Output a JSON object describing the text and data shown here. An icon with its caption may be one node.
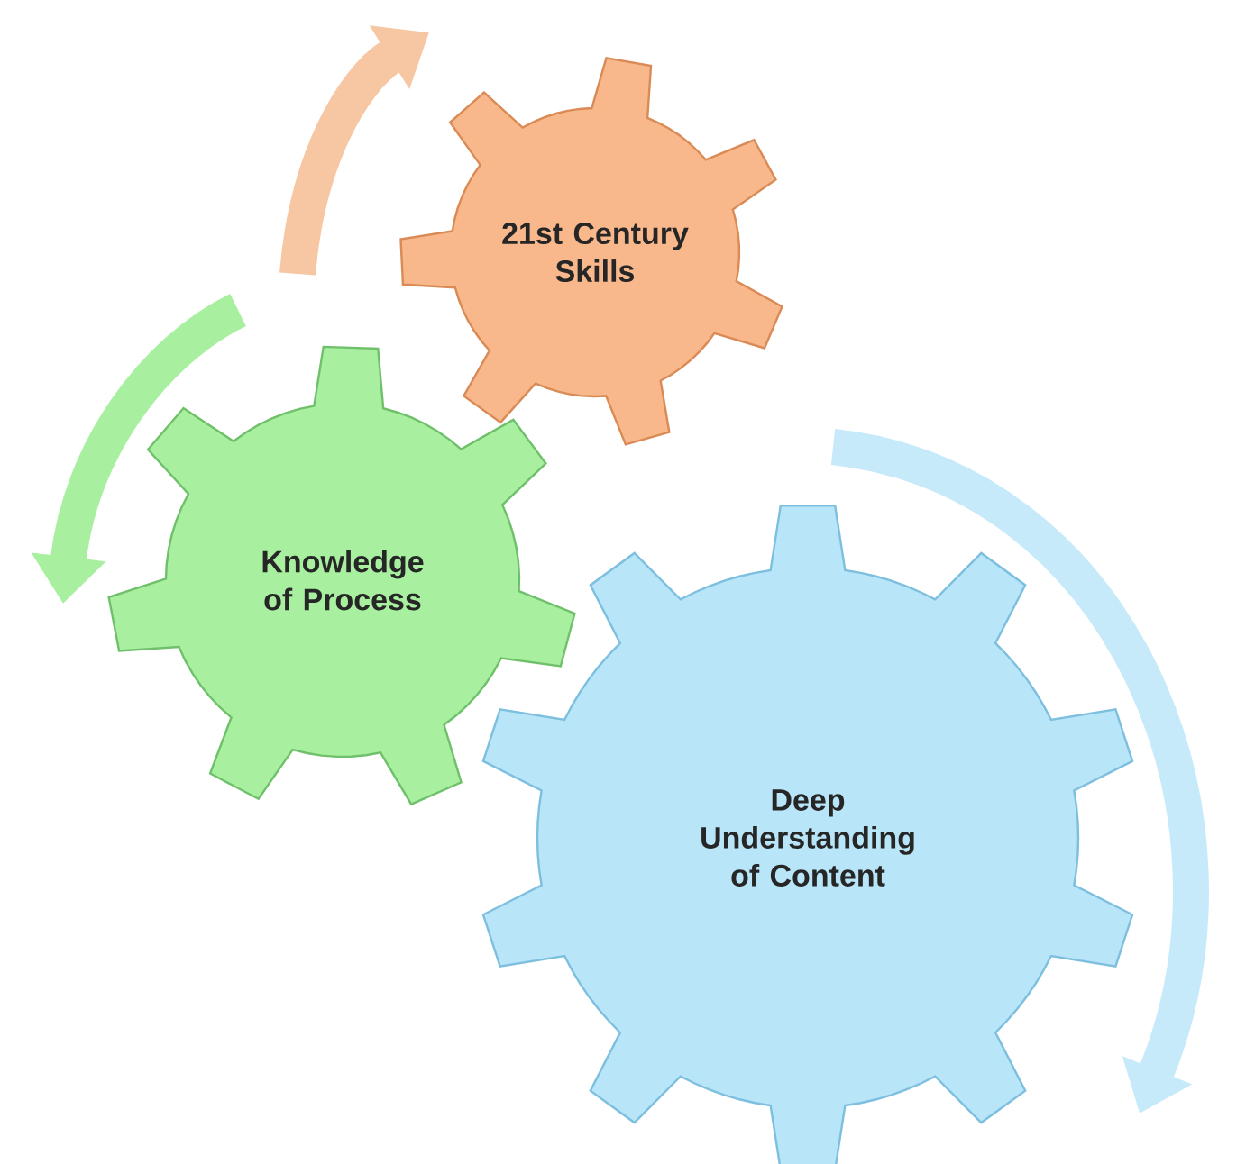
{
  "diagram": {
    "nodes": [
      {
        "text": [
          "21st Century Skills"
        ]
      },
      {
        "text": [
          "Knowledge of Process"
        ]
      },
      {
        "text": [
          "Deep Understanding of Content"
        ]
      }
    ]
  }
}
